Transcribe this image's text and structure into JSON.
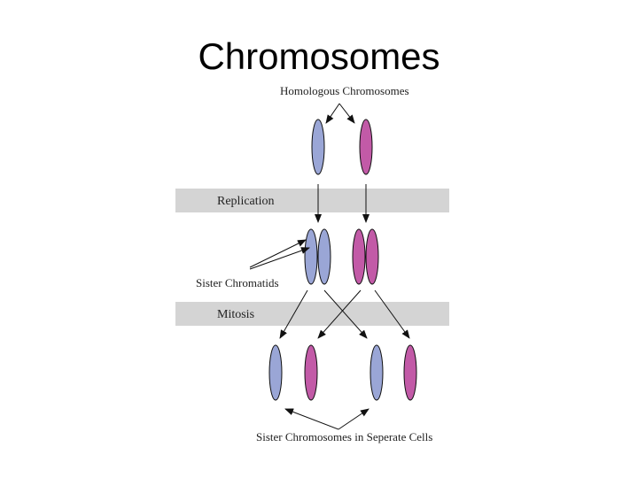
{
  "slide": {
    "title": "Chromosomes"
  },
  "diagram": {
    "top_label": "Homologous Chromosomes",
    "band1_label": "Replication",
    "side_label": "Sister Chromatids",
    "band2_label": "Mitosis",
    "bottom_label": "Sister Chromosomes in Seperate Cells"
  },
  "colors": {
    "maternal": "#9aa6d6",
    "paternal": "#c25aa7",
    "band": "#d4d4d4",
    "arrow": "#111111"
  }
}
